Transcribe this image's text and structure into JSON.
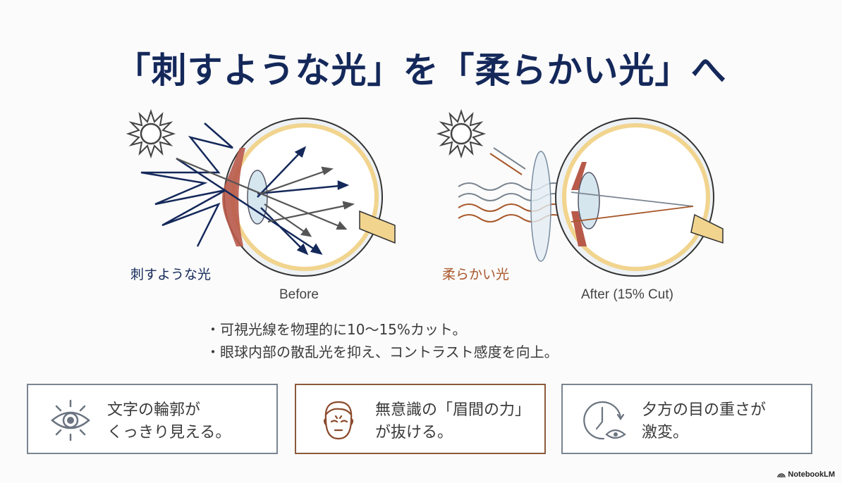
{
  "title": "「刺すような光」を「柔らかい光」へ",
  "before": {
    "label_jp": "刺すような光",
    "caption": "Before",
    "label_color": "#14285a"
  },
  "after": {
    "label_jp": "柔らかい光",
    "caption": "After (15% Cut)",
    "label_color": "#a8582a"
  },
  "bullets": [
    "可視光線を物理的に10～15%カット。",
    "眼球内部の散乱光を抑え、コントラスト感度を向上。"
  ],
  "cards": [
    {
      "icon": "eye-icon",
      "line1": "文字の輪郭が",
      "line2": "くっきり見える。"
    },
    {
      "icon": "face-icon",
      "line1": "無意識の「眉間の力」",
      "line2": "が抜ける。"
    },
    {
      "icon": "clock-eye-icon",
      "line1": "夕方の目の重さが",
      "line2": "激変。"
    }
  ],
  "brand": "NotebookLM",
  "colors": {
    "navy": "#14285a",
    "brown": "#a8582a",
    "gray": "#7a8590",
    "retina": "#f1d48e",
    "iris": "#b85a4a",
    "lens": "#d6e6ef"
  }
}
